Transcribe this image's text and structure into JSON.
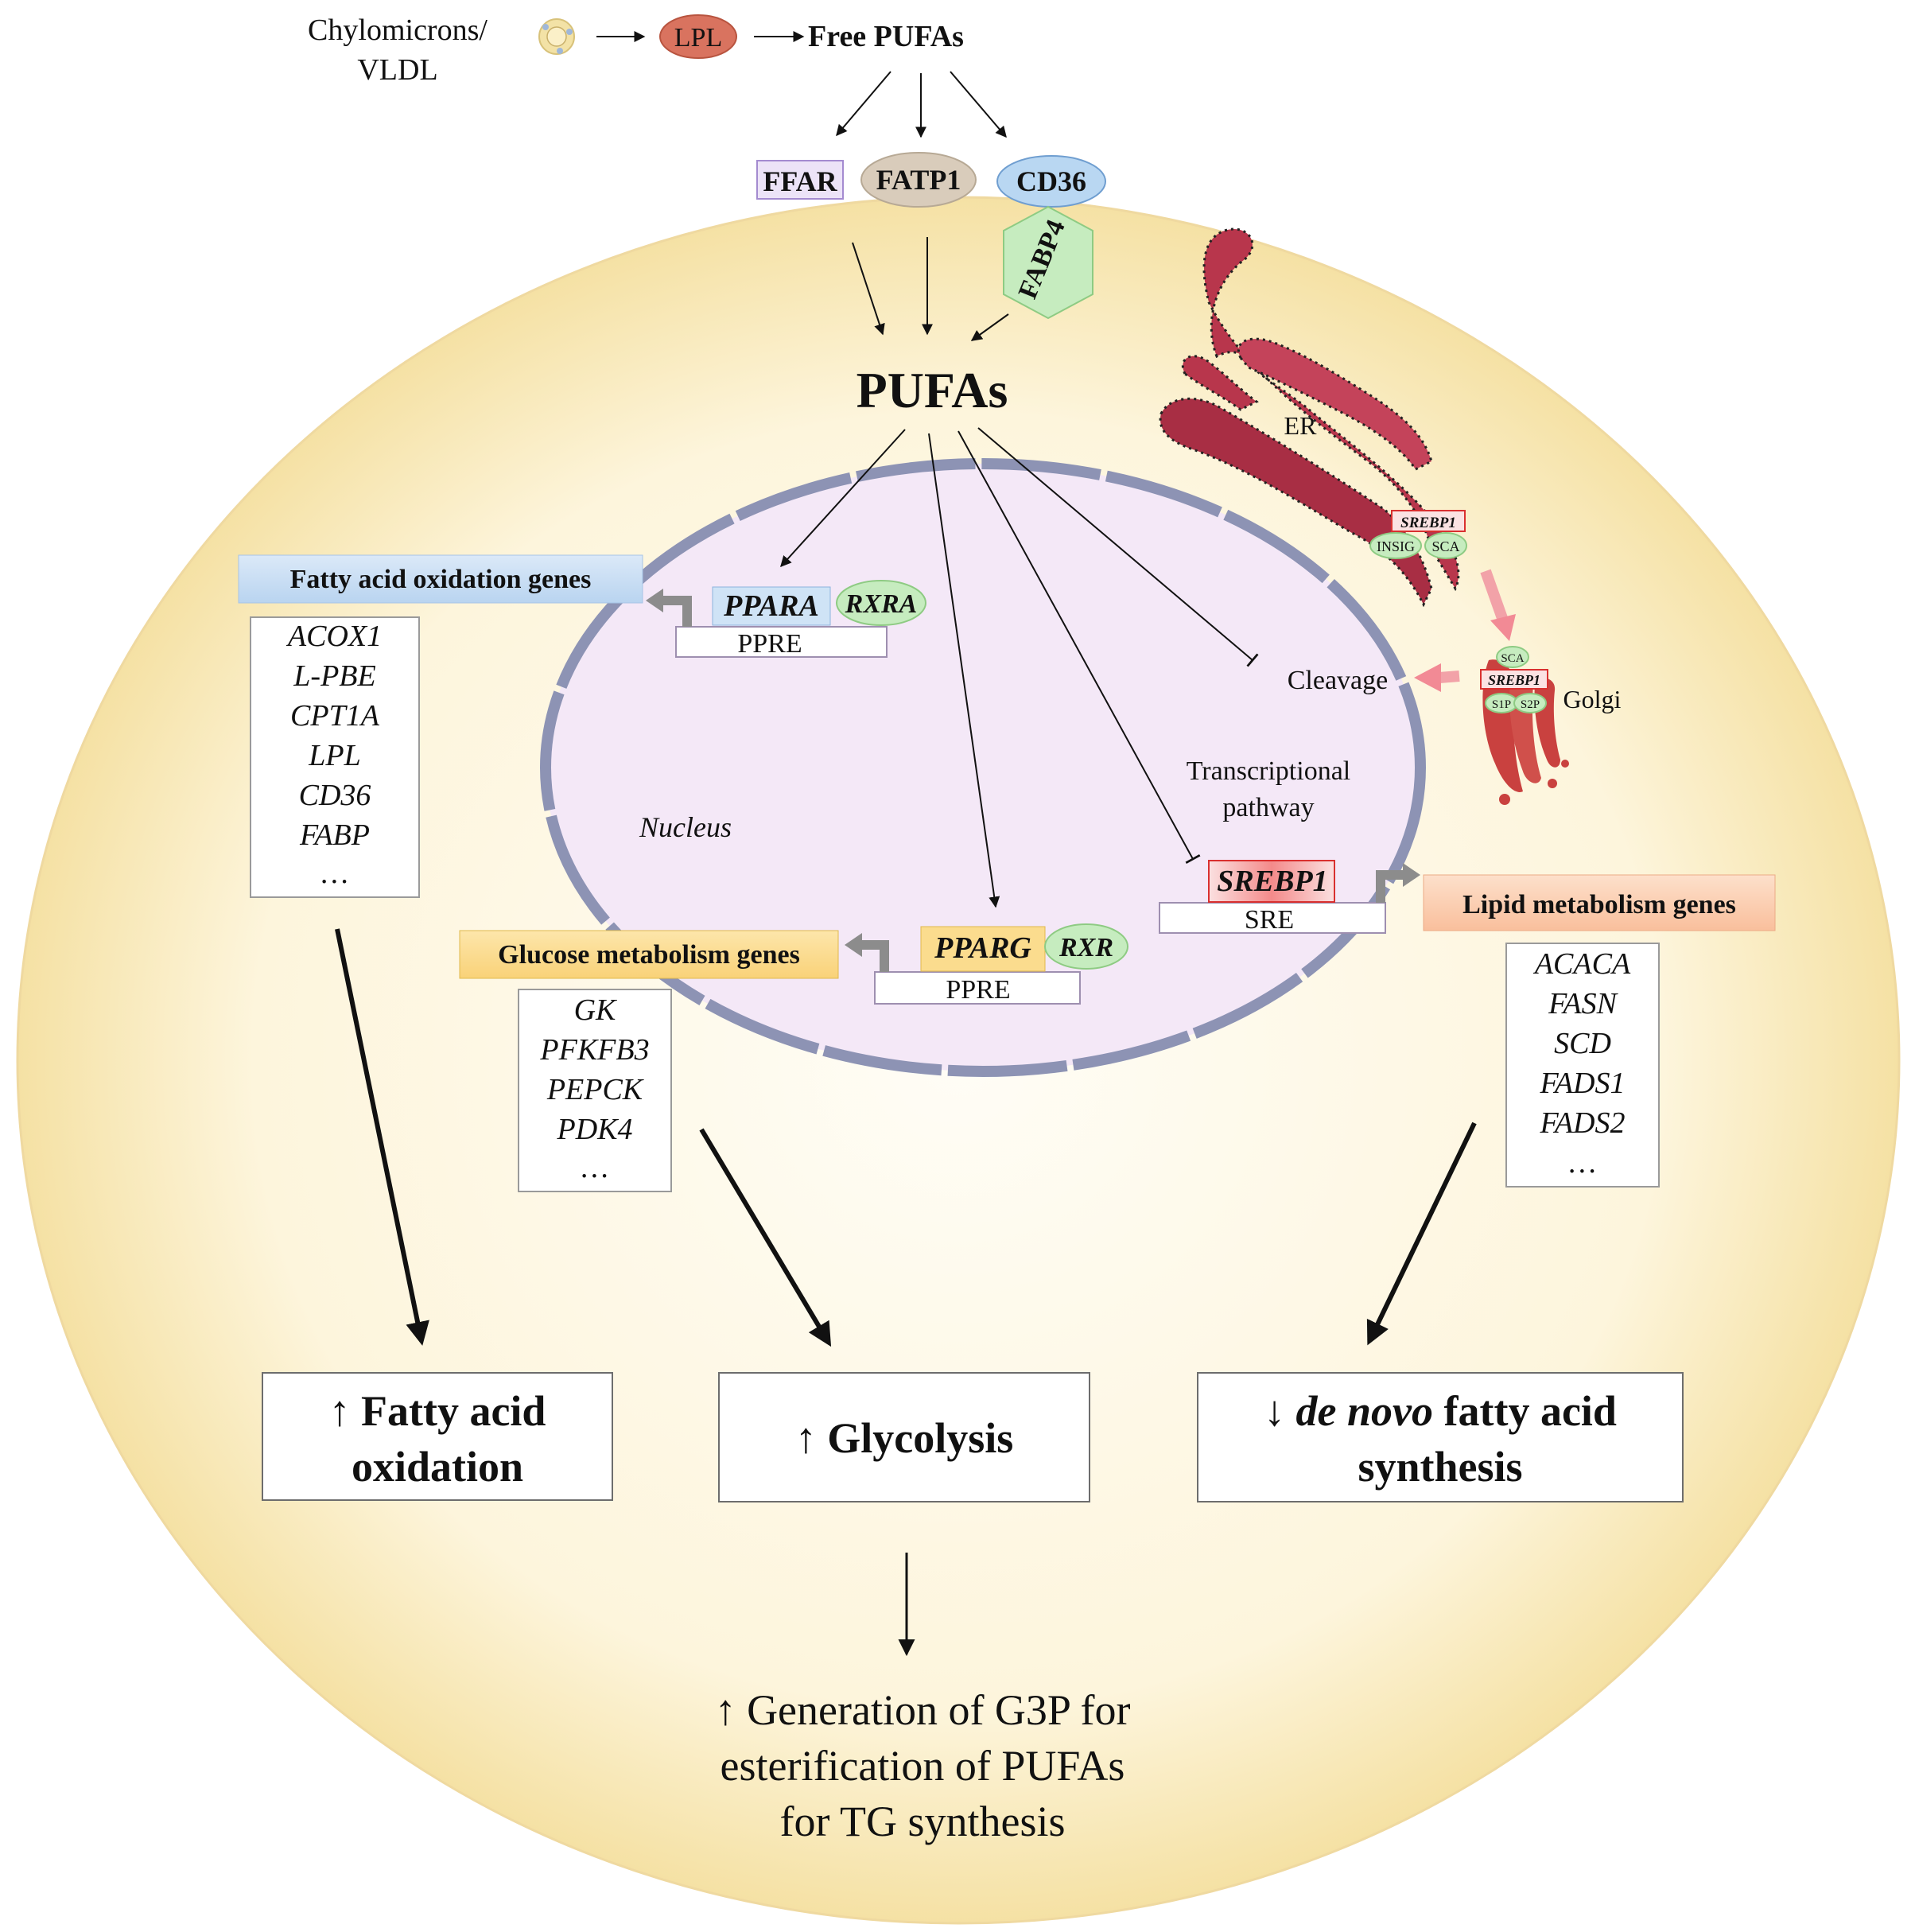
{
  "top": {
    "chylo_line1": "Chylomicrons/",
    "chylo_line2": "VLDL",
    "lpl": "LPL",
    "free_pufas": "Free PUFAs"
  },
  "membrane": {
    "ffar": "FFAR",
    "fatp1": "FATP1",
    "cd36": "CD36",
    "fabp4": "FABP4"
  },
  "pufas": "PUFAs",
  "er": {
    "label": "ER",
    "srebp1": "SREBP1",
    "insig": "INSIG",
    "sca": "SCA"
  },
  "golgi": {
    "label": "Golgi",
    "sca": "SCA",
    "srebp1": "SREBP1",
    "s1p": "S1P",
    "s2p": "S2P"
  },
  "nucleus": {
    "label": "Nucleus",
    "ppara": "PPARA",
    "rxra": "RXRA",
    "ppre1": "PPRE",
    "pparg": "PPARG",
    "rxr": "RXR",
    "ppre2": "PPRE",
    "srebp1": "SREBP1",
    "sre": "SRE",
    "cleavage": "Cleavage",
    "transcriptional_line1": "Transcriptional",
    "transcriptional_line2": "pathway"
  },
  "fao": {
    "title": "Fatty acid oxidation genes",
    "genes": [
      "ACOX1",
      "L-PBE",
      "CPT1A",
      "LPL",
      "CD36",
      "FABP",
      "…"
    ],
    "outcome_line1": "↑ Fatty acid",
    "outcome_line2": "oxidation"
  },
  "glucose": {
    "title": "Glucose metabolism genes",
    "genes": [
      "GK",
      "PFKFB3",
      "PEPCK",
      "PDK4",
      "…"
    ],
    "outcome": "↑ Glycolysis"
  },
  "lipid": {
    "title": "Lipid metabolism genes",
    "genes": [
      "ACACA",
      "FASN",
      "SCD",
      "FADS1",
      "FADS2",
      "…"
    ],
    "outcome_arrow": "↓",
    "outcome_italic": "de novo",
    "outcome_rest": "fatty acid",
    "outcome_line2": "synthesis"
  },
  "g3p": {
    "line1": "↑ Generation of G3P for",
    "line2": "esterification of PUFAs",
    "line3": "for TG synthesis"
  },
  "colors": {
    "cell_fill": "#fdf7e3",
    "cell_edge": "#f3dfa0",
    "nucleus_fill": "#f3e6f6",
    "nucleus_edge": "#8e94b6",
    "lpl": "#d9735f",
    "er": "#b8364c",
    "golgi": "#c9413f",
    "fao_box": "#c9dff5",
    "glucose_box": "#fbdc8e",
    "lipid_box": "#fbcdb1",
    "fabp4": "#c6ecbf",
    "srebp1": "#f27d7d"
  }
}
